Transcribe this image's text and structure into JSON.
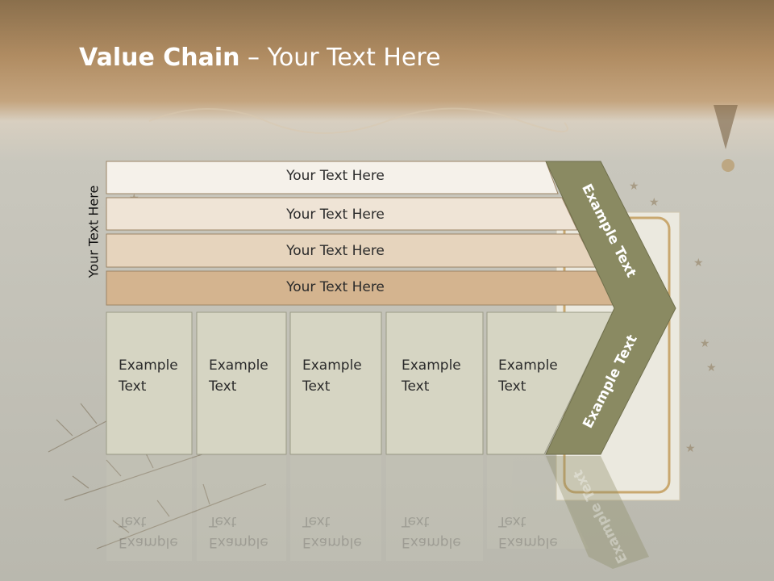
{
  "slide": {
    "title_bold": "Value Chain",
    "title_rest": " – Your Text Here",
    "side_label": "Your Text Here",
    "bars": [
      {
        "label": "Your Text Here",
        "color": "#f5f1ea"
      },
      {
        "label": "Your Text Here",
        "color": "#efe4d6"
      },
      {
        "label": "Your Text Here",
        "color": "#e6d4bd"
      },
      {
        "label": "Your Text Here",
        "color": "#d4b48f"
      }
    ],
    "boxes": [
      {
        "line1": "Example",
        "line2": "Text"
      },
      {
        "line1": "Example",
        "line2": "Text"
      },
      {
        "line1": "Example",
        "line2": "Text"
      },
      {
        "line1": "Example",
        "line2": "Text"
      },
      {
        "line1": "Example",
        "line2": "Text"
      }
    ],
    "chevron": {
      "upper_label": "Example Text",
      "lower_label": "Example Text",
      "color": "#8a8a62"
    },
    "colors": {
      "box_fill": "#d6d5c3",
      "bar_border": "#9c8566",
      "background_top": "#8a6f4c",
      "background_bottom": "#b9b8ae"
    }
  }
}
